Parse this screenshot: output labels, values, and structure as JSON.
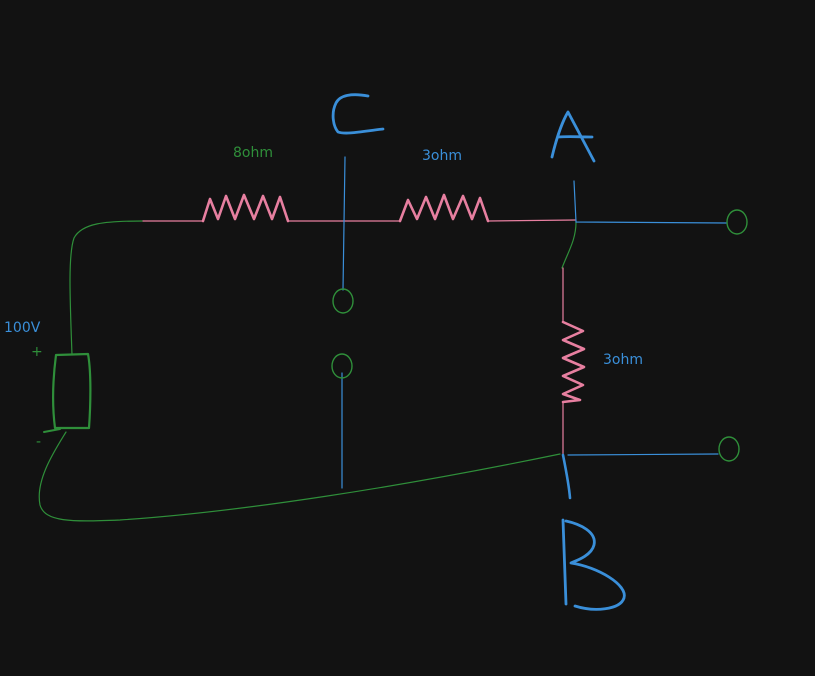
{
  "colors": {
    "background": "#121212",
    "green": "#2f8f3a",
    "blue": "#3a8fd9",
    "pink": "#e77fa0"
  },
  "source": {
    "voltage_label": "100V",
    "plus_label": "+",
    "minus_label": "-"
  },
  "resistors": {
    "r1": {
      "label": "8ohm"
    },
    "r2": {
      "label": "3ohm"
    },
    "r3": {
      "label": "3ohm"
    }
  },
  "nodes": {
    "c": {
      "label": "C"
    },
    "a": {
      "label": "A"
    },
    "b": {
      "label": "B"
    }
  }
}
